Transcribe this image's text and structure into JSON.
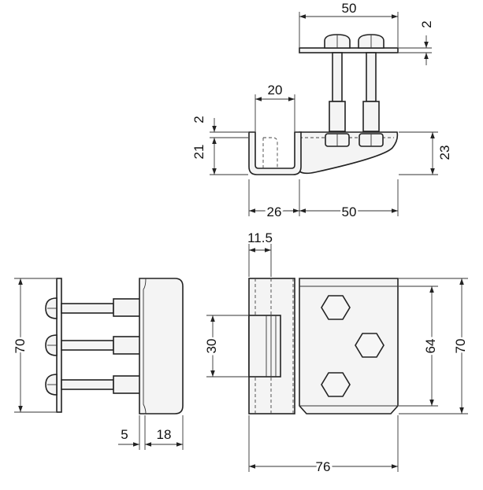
{
  "dimensions": {
    "top_width": "50",
    "top_plate_thickness": "2",
    "channel_width": "20",
    "channel_wall": "2",
    "channel_height": "21",
    "arm_height": "23",
    "base_left": "26",
    "base_right": "50",
    "slot_offset": "11.5",
    "side_height": "70",
    "side_plate": "5",
    "side_body": "18",
    "front_slot": "30",
    "front_inner": "64",
    "front_height": "70",
    "front_width": "76"
  }
}
